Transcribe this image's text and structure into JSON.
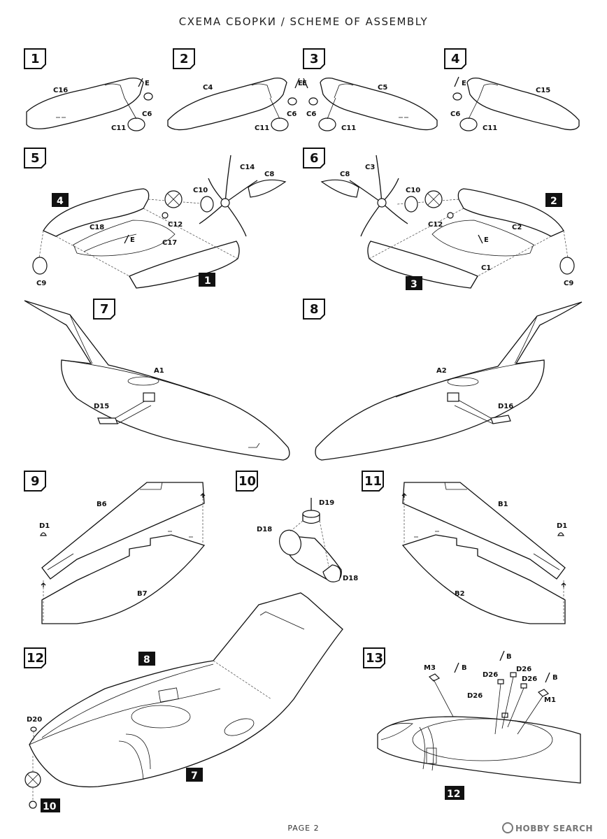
{
  "header": {
    "title": "СХЕМА СБОРКИ / SCHEME OF ASSEMBLY"
  },
  "footer": {
    "page": "PAGE 2"
  },
  "watermark": {
    "text": "HOBBY SEARCH"
  },
  "steps": [
    {
      "num": "1",
      "labels": [
        "C16",
        "E",
        "C6",
        "C11"
      ]
    },
    {
      "num": "2",
      "labels": [
        "C4",
        "E",
        "C6",
        "C11"
      ]
    },
    {
      "num": "3",
      "labels": [
        "E",
        "C5",
        "C6",
        "C11"
      ]
    },
    {
      "num": "4",
      "labels": [
        "E",
        "C15",
        "C6",
        "C11"
      ]
    },
    {
      "num": "5",
      "ref_a": "4",
      "ref_b": "1",
      "labels": [
        "C14",
        "C8",
        "C10",
        "C12",
        "C18",
        "E",
        "C17",
        "C9"
      ]
    },
    {
      "num": "6",
      "ref_a": "2",
      "ref_b": "3",
      "labels": [
        "C3",
        "C8",
        "C10",
        "C12",
        "C2",
        "E",
        "C1",
        "C9"
      ]
    },
    {
      "num": "7",
      "labels": [
        "A1",
        "D15"
      ]
    },
    {
      "num": "8",
      "labels": [
        "A2",
        "D16"
      ]
    },
    {
      "num": "9",
      "labels": [
        "B6",
        "D1",
        "B7"
      ]
    },
    {
      "num": "10",
      "labels": [
        "D19",
        "D18",
        "D18"
      ]
    },
    {
      "num": "11",
      "labels": [
        "B1",
        "D1",
        "B2"
      ]
    },
    {
      "num": "12",
      "ref_a": "8",
      "ref_b": "7",
      "ref_c": "10",
      "labels": [
        "D20"
      ]
    },
    {
      "num": "13",
      "ref_a": "12",
      "labels": [
        "B",
        "B",
        "B",
        "M3",
        "D26",
        "D26",
        "D26",
        "D26",
        "M1"
      ]
    }
  ]
}
